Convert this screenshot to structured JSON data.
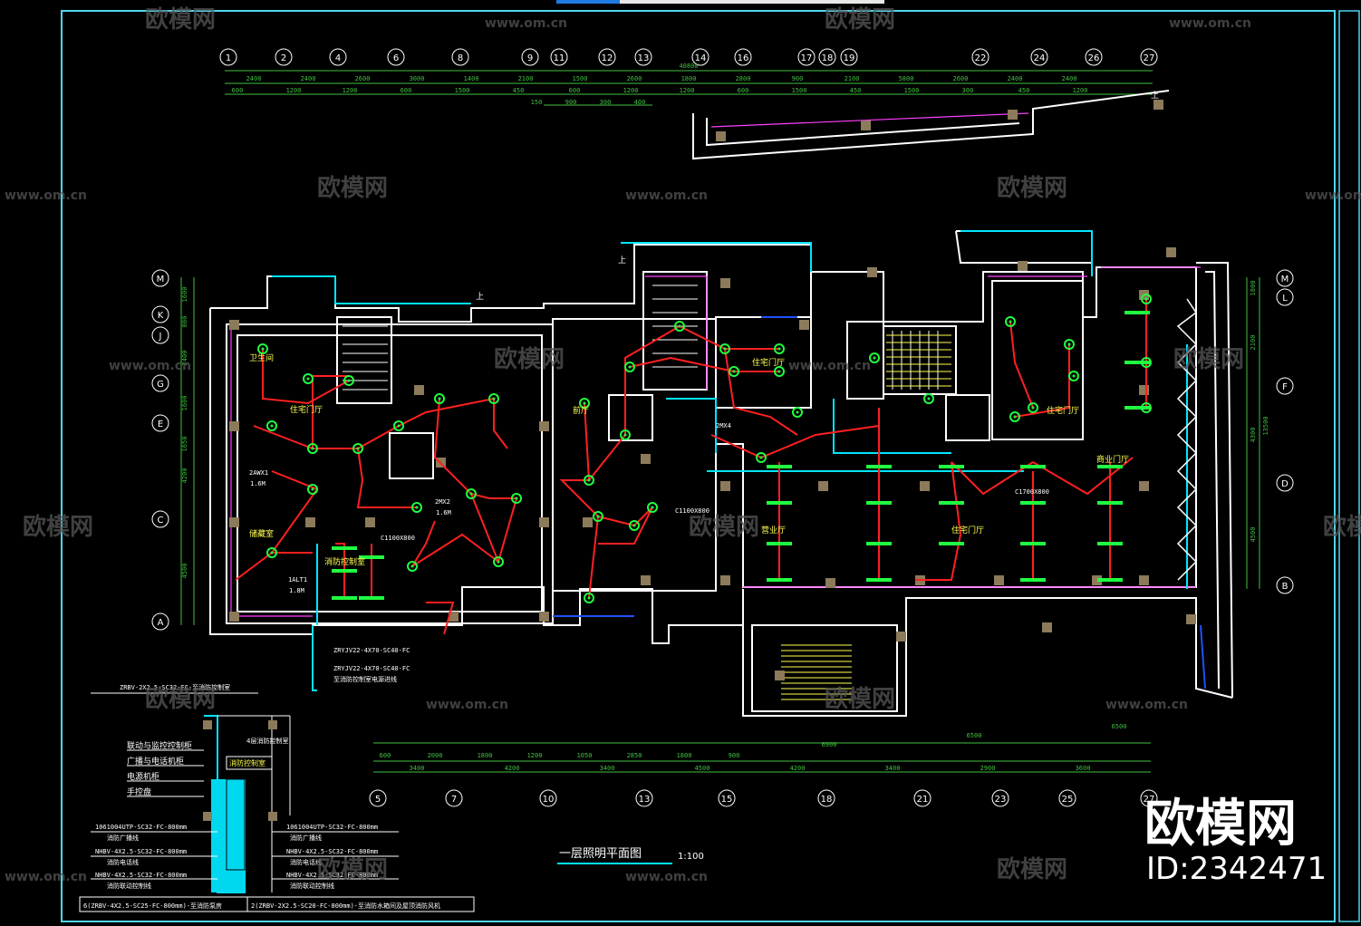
{
  "drawing": {
    "title": "一层照明平面图",
    "scale": "1:100"
  },
  "axes": {
    "top": [
      "1",
      "2",
      "4",
      "6",
      "8",
      "9",
      "11",
      "12",
      "13",
      "14",
      "16",
      "17",
      "18",
      "19",
      "22",
      "24",
      "26",
      "27"
    ],
    "bottom": [
      "5",
      "7",
      "10",
      "13",
      "15",
      "18",
      "21",
      "23",
      "25",
      "27"
    ],
    "left": [
      "M",
      "K",
      "J",
      "G",
      "E",
      "C",
      "A"
    ],
    "right": [
      "M",
      "L",
      "F",
      "D",
      "B"
    ]
  },
  "dimensions": {
    "top_total": "40800",
    "top_row1": [
      "2400",
      "2400",
      "2600",
      "3000",
      "1400",
      "2100",
      "1500",
      "2600",
      "1800",
      "2800",
      "900",
      "2100",
      "5800",
      "2600",
      "2400",
      "2400"
    ],
    "top_row2": [
      "600",
      "1200",
      "1200",
      "600",
      "1500",
      "450",
      "600",
      "1200",
      "1200",
      "600",
      "1500",
      "450",
      "1500",
      "300",
      "450",
      "1200"
    ],
    "top_row3": [
      "150",
      "900",
      "300",
      "400"
    ],
    "bottom_row1": [
      "600",
      "2000",
      "1800",
      "1200",
      "1050",
      "2850",
      "1800",
      "900"
    ],
    "bottom_row2": [
      "3400",
      "4200",
      "3400",
      "4500",
      "4200",
      "3400",
      "2900",
      "3600"
    ],
    "bottom_top": [
      "6900",
      "6500",
      "6500"
    ],
    "left": [
      "1600",
      "800",
      "2400",
      "1600",
      "1650",
      "4200",
      "4500"
    ],
    "right": [
      "1800",
      "2100",
      "4300",
      "4500",
      "13500"
    ]
  },
  "rooms": {
    "r1": "卫生间",
    "r2": "住宅门厅",
    "r3": "储藏室",
    "r4": "住宅门厅",
    "r5": "住宅门厅",
    "r6": "营业厅",
    "r7": "消防控制室",
    "r8": "住宅门厅",
    "r9": "商业门厅",
    "r10": "前厅"
  },
  "labels": {
    "panel1": "2AWX1",
    "panel1b": "1.6M",
    "panel2": "2MX2",
    "panel2b": "1.6M",
    "panel3": "1ALT1",
    "panel3b": "1.8M",
    "panel4": "2MX4",
    "door1": "C1100X800",
    "door2": "C1100X800",
    "door3": "C1700X800",
    "up1": "上",
    "up2": "上",
    "up3": "上",
    "cable1": "ZRYJV22-4X70-SC40-FC",
    "cable2": "ZRYJV22-4X70-SC40-FC",
    "cable3": "至消防控制室电源进线"
  },
  "legend": {
    "top_cable": "ZRBV-2X2.5-SC32-FC-至消防控制室",
    "items": [
      "联动与监控控制柜",
      "广播与电话机柜",
      "电源机柜",
      "手控盘"
    ],
    "side_box": "消防控制室",
    "side_label": "4层消防控制室",
    "rows_left": [
      "1061004UTP-SC32-FC-800mm",
      "消防广播线",
      "NHBV-4X2.5-SC32-FC-800mm",
      "消防电话线",
      "NHBV-4X2.5-SC32-FC-800mm",
      "消防联动控制线"
    ],
    "rows_right": [
      "1061004UTP-SC32-FC-800mm",
      "消防广播线",
      "NHBV-4X2.5-SC32-FC-800mm",
      "消防电话线",
      "NHBV-4X2.5-SC32-FC-800mm",
      "消防联动控制线"
    ],
    "footer_left": "6(ZRBV-4X2.5-SC25-FC-800mm)-至消防泵房",
    "footer_right": "2(ZRBV-2X2.5-SC20-FC-800mm)-至消防水箱间及屋顶消防风机"
  },
  "watermark": {
    "brand": "欧模网",
    "url": "www.om.cn",
    "big_brand": "欧模网",
    "id": "ID:2342471"
  },
  "colors": {
    "background": "#000000",
    "frame": "#4fd6f0",
    "wall": "#ffffff",
    "wire": "#ff2020",
    "fixture": "#20ff40",
    "dim": "#40c040",
    "cyan": "#00e5ff",
    "magenta": "#ff40ff",
    "column": "#8c7a5a",
    "yellow": "#ffff50"
  }
}
